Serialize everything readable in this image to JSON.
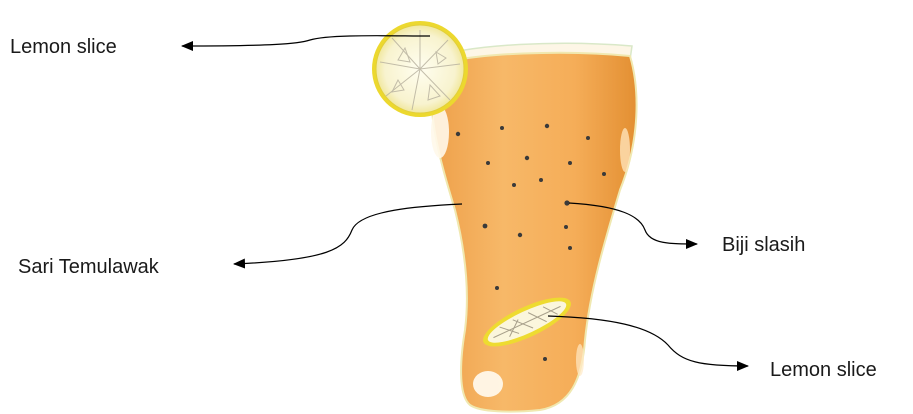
{
  "labels": {
    "lemon_slice_top": "Lemon slice",
    "sari_temulawak": "Sari Temulawak",
    "biji_slasih": "Biji slasih",
    "lemon_slice_bottom": "Lemon slice"
  },
  "colors": {
    "drink": "#f5ad58",
    "drink_dark": "#e38f32",
    "lemon_rind": "#e9d62a",
    "lemon_flesh": "#fbf8df",
    "seed": "#3a3a3a",
    "arrow": "#000000"
  }
}
